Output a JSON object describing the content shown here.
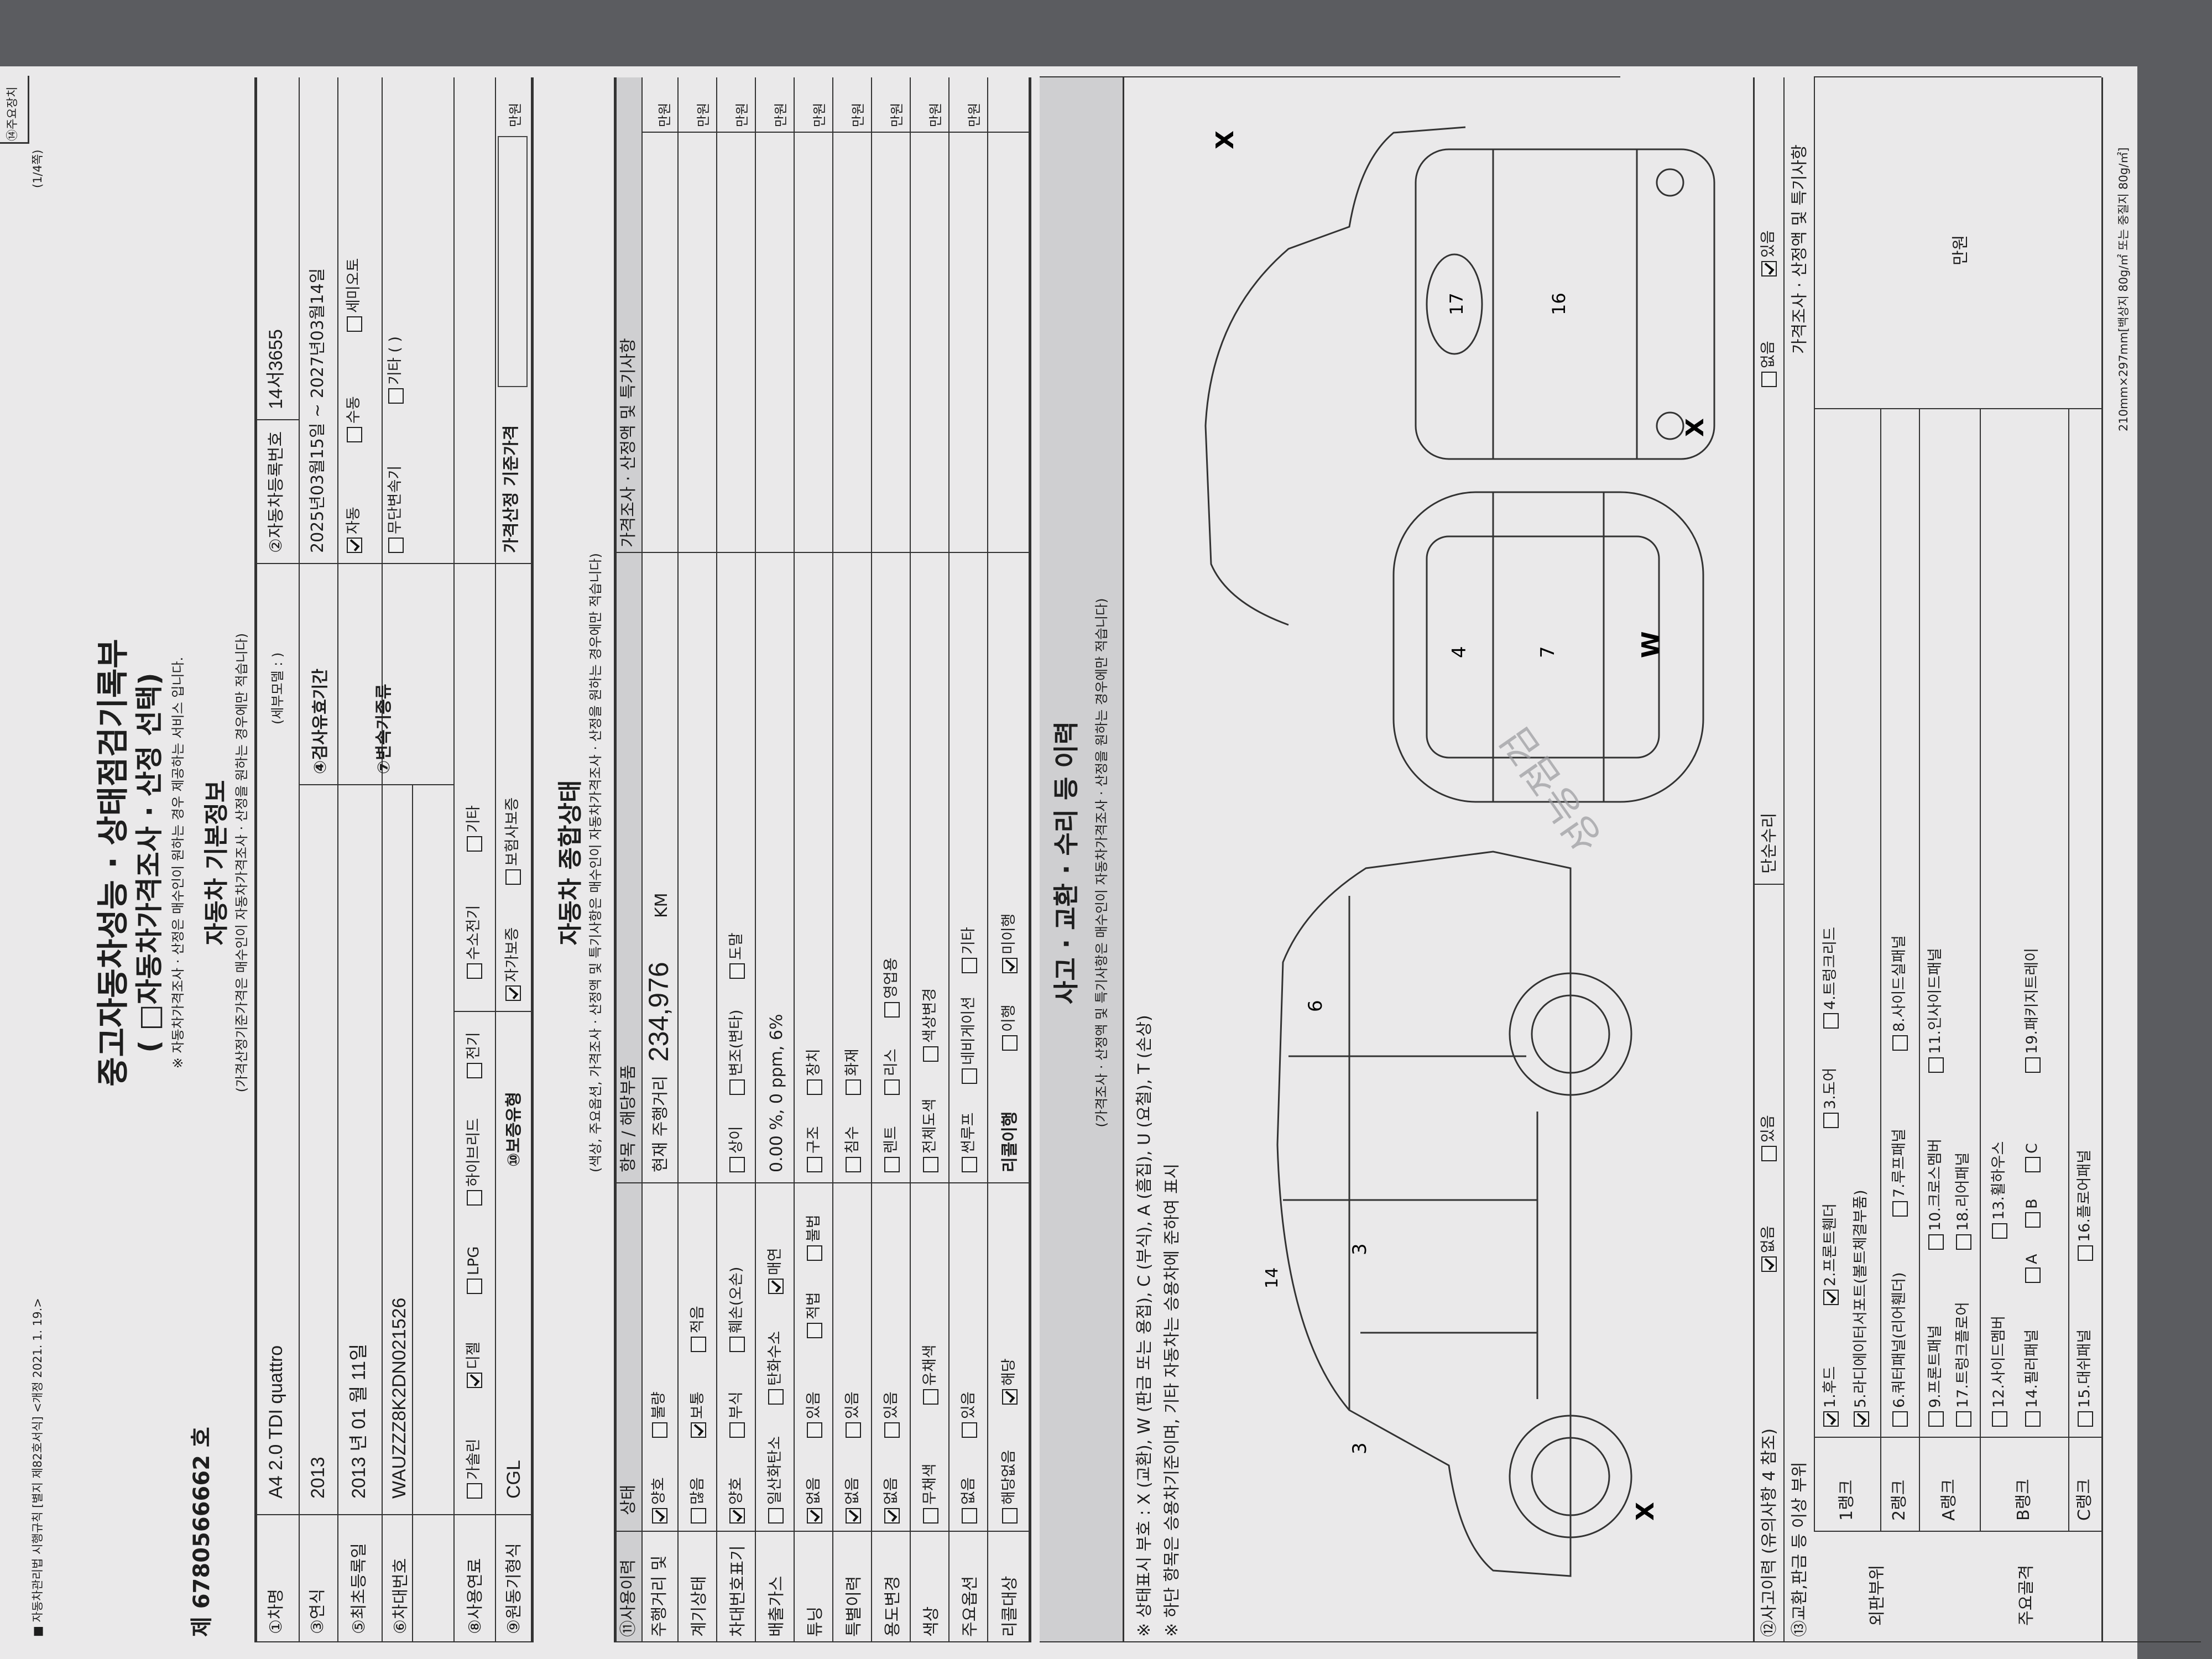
{
  "header": {
    "corner_note": "■ 자동차관리법 시행규칙 [별지 제82호서식] <개정 2021. 1. 19.>",
    "page": "(1/4쪽)",
    "title_line1": "중고자동차성능 · 상태점검기록부",
    "title_line2": "( □자동차가격조사 · 산정 선택)",
    "subtitle": "※ 자동차가격조사 · 산정은 매수인이 원하는 경우 제공하는 서비스 입니다.",
    "record_no": "제 6780566662 호"
  },
  "basic_info": {
    "title": "자동차 기본정보",
    "note": "(가격산정기준가격은 매수인이 자동차가격조사 · 산정을 원하는 경우에만 적습니다)",
    "vehicle_name_label": "①차명",
    "vehicle_name": "A4 2.0 TDI quattro",
    "sub_model": "(세부모델 :          )",
    "reg_no_label": "②자동차등록번호",
    "reg_no": "14서3655",
    "year_label": "③연식",
    "year": "2013",
    "inspection_label": "④검사유효기간",
    "inspection_period": "2025년03월15일 ~ 2027년03월14일",
    "first_reg_label": "⑤최초등록일",
    "first_reg": "2013 년 01 월 11일",
    "transmission_label": "⑦변속기종류",
    "transmission_options": [
      {
        "label": "자동",
        "checked": true
      },
      {
        "label": "수동",
        "checked": false
      },
      {
        "label": "세미오토",
        "checked": false
      },
      {
        "label": "무단변속기",
        "checked": false
      },
      {
        "label": "기타 (  )",
        "checked": false
      }
    ],
    "vin_label": "⑥차대번호",
    "vin": "WAUZZZ8K2DN021526",
    "fuel_label": "⑧사용연료",
    "fuel_options": [
      {
        "label": "가솔린",
        "checked": false
      },
      {
        "label": "디젤",
        "checked": true
      },
      {
        "label": "LPG",
        "checked": false
      },
      {
        "label": "하이브리드",
        "checked": false
      },
      {
        "label": "전기",
        "checked": false
      },
      {
        "label": "수소전기",
        "checked": false
      },
      {
        "label": "기타",
        "checked": false
      }
    ],
    "engine_label": "⑨원동기형식",
    "engine": "CGL",
    "warranty_label": "⑩보증유형",
    "warranty_options": [
      {
        "label": "자가보증",
        "checked": true
      },
      {
        "label": "보험사보증",
        "checked": false
      }
    ],
    "price_label": "가격산정 기준가격",
    "price_unit": "만원"
  },
  "overall": {
    "title": "자동차 종합상태",
    "note": "(색상, 주요옵션, 가격조사 · 산정액 및 특기사항은 매수인이 자동차가격조사 · 산정을 원하는 경우에만 적습니다)",
    "headers": {
      "category": "⑪사용이력",
      "status": "상태",
      "item": "항목 / 해당부품",
      "price": "가격조사 · 산정액 및 특기사항"
    },
    "rows": [
      {
        "label": "주행거리 및",
        "opts": [
          {
            "label": "양호",
            "checked": true
          },
          {
            "label": "불량",
            "checked": false
          }
        ]
      },
      {
        "label": "계기상태",
        "opts": [
          {
            "label": "많음",
            "checked": false
          },
          {
            "label": "보통",
            "checked": true
          },
          {
            "label": "적음",
            "checked": false
          }
        ]
      },
      {
        "label": "차대번호표기",
        "opts": [
          {
            "label": "양호",
            "checked": true
          },
          {
            "label": "부식",
            "checked": false
          },
          {
            "label": "훼손(오손)",
            "checked": false
          },
          {
            "label": "상이",
            "checked": false
          },
          {
            "label": "변조(변타)",
            "checked": false
          },
          {
            "label": "도말",
            "checked": false
          }
        ]
      },
      {
        "label": "배출가스",
        "opts": [
          {
            "label": "일산화탄소",
            "checked": false
          },
          {
            "label": "탄화수소",
            "checked": false
          },
          {
            "label": "매연",
            "checked": true
          }
        ]
      },
      {
        "label": "튜닝",
        "opts": [
          {
            "label": "없음",
            "checked": true
          },
          {
            "label": "있음",
            "checked": false
          },
          {
            "label": "적법",
            "checked": false
          },
          {
            "label": "불법",
            "checked": false
          },
          {
            "label": "구조",
            "checked": false
          },
          {
            "label": "장치",
            "checked": false
          }
        ]
      },
      {
        "label": "특별이력",
        "opts": [
          {
            "label": "없음",
            "checked": true
          },
          {
            "label": "있음",
            "checked": false
          },
          {
            "label": "침수",
            "checked": false
          },
          {
            "label": "화재",
            "checked": false
          }
        ]
      },
      {
        "label": "용도변경",
        "opts": [
          {
            "label": "없음",
            "checked": true
          },
          {
            "label": "있음",
            "checked": false
          },
          {
            "label": "렌트",
            "checked": false
          },
          {
            "label": "리스",
            "checked": false
          },
          {
            "label": "영업용",
            "checked": false
          }
        ]
      },
      {
        "label": "색상",
        "opts": [
          {
            "label": "무채색",
            "checked": false
          },
          {
            "label": "유채색",
            "checked": false
          },
          {
            "label": "전체도색",
            "checked": false
          },
          {
            "label": "색상변경",
            "checked": false
          }
        ]
      },
      {
        "label": "주요옵션",
        "opts": [
          {
            "label": "없음",
            "checked": false
          },
          {
            "label": "있음",
            "checked": false
          },
          {
            "label": "썬루프",
            "checked": false
          },
          {
            "label": "네비게이션",
            "checked": false
          },
          {
            "label": "기타",
            "checked": false
          }
        ]
      },
      {
        "label": "리콜대상",
        "opts": [
          {
            "label": "해당없음",
            "checked": false
          },
          {
            "label": "해당",
            "checked": true
          },
          {
            "label": "이행",
            "checked": false
          },
          {
            "label": "미이행",
            "checked": true
          }
        ]
      }
    ],
    "mileage_label": "현재 주행거리",
    "mileage": "234,976",
    "mileage_unit": "KM",
    "emission_values": "0.00 %,    0 ppm,    6%",
    "recall_label": "리콜이행",
    "unit": "만원"
  },
  "accident": {
    "title": "사고 · 교환 · 수리 등 이력",
    "note": "(가격조사 · 산정액 및 특기사항은 매수인이 자동차가격조사 · 산정을 원하는 경우에만 적습니다)",
    "legend": "※ 상태표시 부호 : X (교환), W (판금 또는 용접), C (부식), A (흠집), U (요철), T (손상)",
    "legend2": "※ 하단 항목은 승용차기준이며, 기타 자동차는 승용차에 준하여 표시",
    "diagram_marks": [
      "X",
      "W",
      "X",
      "X"
    ],
    "watermark": "성능점검",
    "history_label": "⑫사고이력 (유의사항 4 참조)",
    "history_none": "없음",
    "history_yes": "있음",
    "simple_repair": "단순수리",
    "simple_none": "없음",
    "simple_yes": "있음",
    "repair_label": "⑬교환,판금 등 이상 부위",
    "outer_label": "외판부위",
    "structure_label": "주요골격",
    "price_note": "가격조사 · 산정액 및 특기사항",
    "unit": "만원",
    "ranks": [
      {
        "rank": "1랭크",
        "items": [
          {
            "label": "1.후드",
            "checked": true
          },
          {
            "label": "2.프론트휀더",
            "checked": true
          },
          {
            "label": "3.도어",
            "checked": false
          },
          {
            "label": "4.트렁크리드",
            "checked": false
          },
          {
            "label": "5.라디에이터서포트(볼트체결부품)",
            "checked": true
          }
        ]
      },
      {
        "rank": "2랭크",
        "items": [
          {
            "label": "6.쿼터패널(리어휀더)",
            "checked": false
          },
          {
            "label": "7.루프패널",
            "checked": false
          },
          {
            "label": "8.사이드실패널",
            "checked": false
          }
        ]
      },
      {
        "rank": "A랭크",
        "items": [
          {
            "label": "9.프론트패널",
            "checked": false
          },
          {
            "label": "10.크로스멤버",
            "checked": false
          },
          {
            "label": "11.인사이드패널",
            "checked": false
          },
          {
            "label": "17.트렁크플로어",
            "checked": false
          },
          {
            "label": "18.리어패널",
            "checked": false
          }
        ]
      },
      {
        "rank": "B랭크",
        "items": [
          {
            "label": "12.사이드멤버",
            "checked": false
          },
          {
            "label": "13.휠하우스",
            "checked": false
          },
          {
            "label": "14.필러패널",
            "checked": false
          },
          {
            "label": "A",
            "checked": false
          },
          {
            "label": "B",
            "checked": false
          },
          {
            "label": "C",
            "checked": false
          },
          {
            "label": "19.패키지트레이",
            "checked": false
          }
        ]
      },
      {
        "rank": "C랭크",
        "items": [
          {
            "label": "15.대쉬패널",
            "checked": false
          },
          {
            "label": "16.플로어패널",
            "checked": false
          }
        ]
      }
    ]
  },
  "footer": {
    "paper": "210mm×297mm[백상지 80g/㎡ 또는 중질지 80g/㎡]"
  },
  "next_page": {
    "label": "⑭주요장치"
  }
}
